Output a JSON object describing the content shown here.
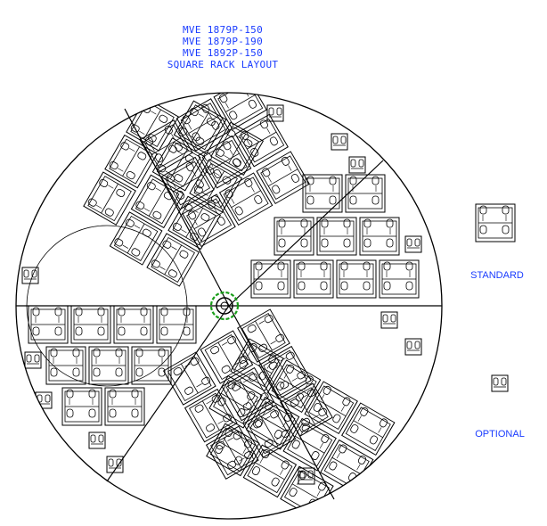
{
  "title": {
    "line1": "MVE 1879P-150",
    "line2": "MVE 1879P-190",
    "line3": "MVE 1892P-150",
    "line4": "SQUARE RACK LAYOUT"
  },
  "legend": {
    "standard": {
      "label": "STANDARD",
      "icon": "standard-rack-icon"
    },
    "optional": {
      "label": "OPTIONAL",
      "icon": "optional-rack-icon"
    }
  },
  "colors": {
    "title_text": "#1a3cff",
    "line": "#000000",
    "center_ring": "#1a9e1a",
    "background": "#ffffff"
  }
}
